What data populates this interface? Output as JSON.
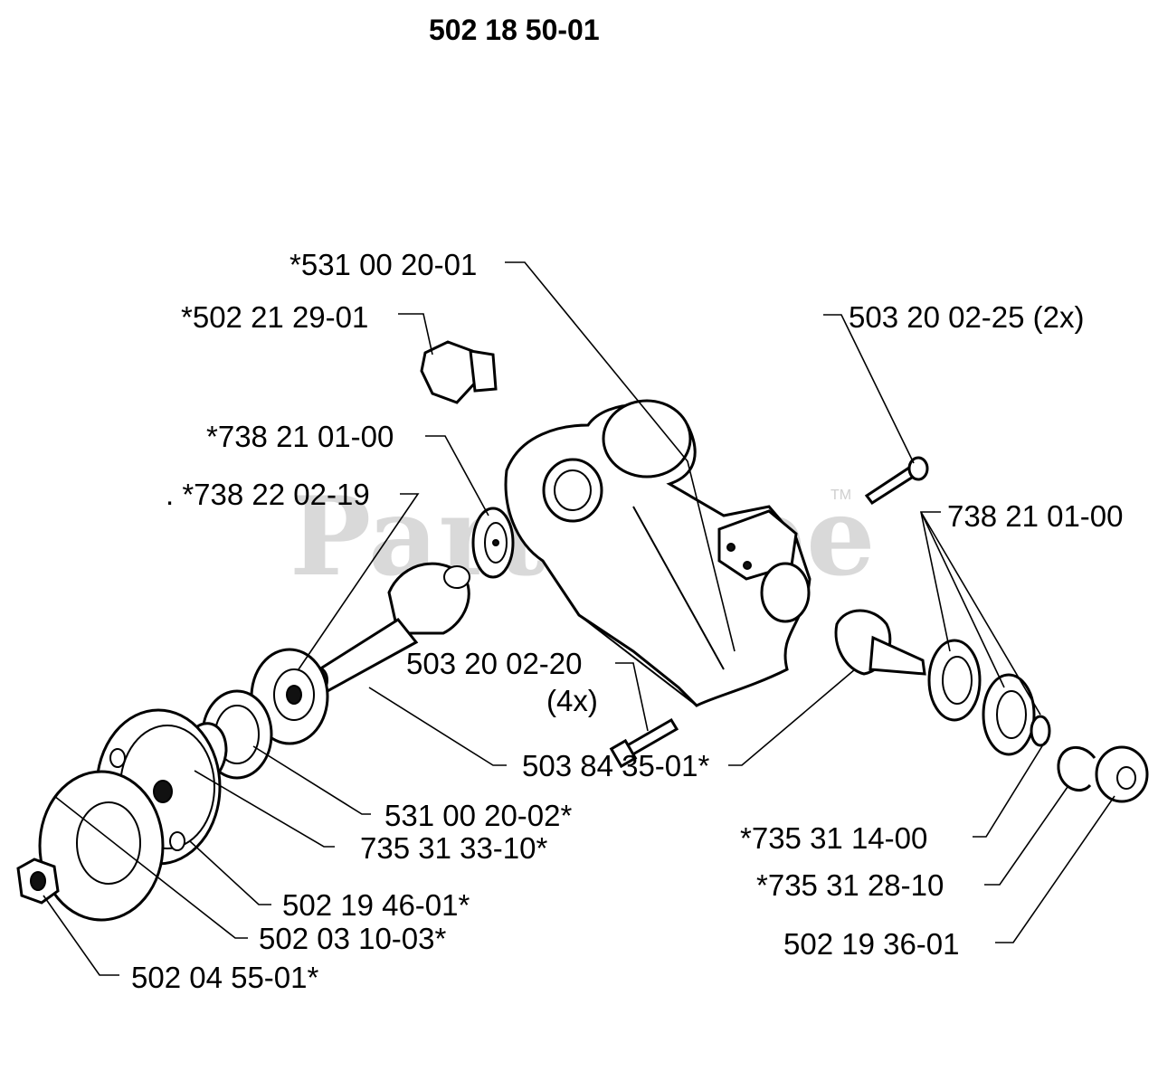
{
  "title": "502 18 50-01",
  "watermark": {
    "text": "PartsTree",
    "tm": "TM"
  },
  "labels": {
    "l531002001": "*531 00 20-01",
    "l502212901": "*502 21 29-01",
    "l503200225": "503 20 02-25 (2x)",
    "l738210100s": "*738 21 01-00",
    "l738220219": ". *738 22 02-19",
    "l738210100": "738 21 01-00",
    "l503200220": "503 20 02-20",
    "l503200220qty": "(4x)",
    "l503843501": "503 84 35-01*",
    "l531002002": "531 00 20-02*",
    "l735313310": "735 31 33-10*",
    "l735311400": "*735 31 14-00",
    "l735312810": "*735 31 28-10",
    "l502194601": "502 19 46-01*",
    "l502031003": "502 03 10-03*",
    "l502193601": "502 19 36-01",
    "l502045501": "502 04 55-01*"
  }
}
